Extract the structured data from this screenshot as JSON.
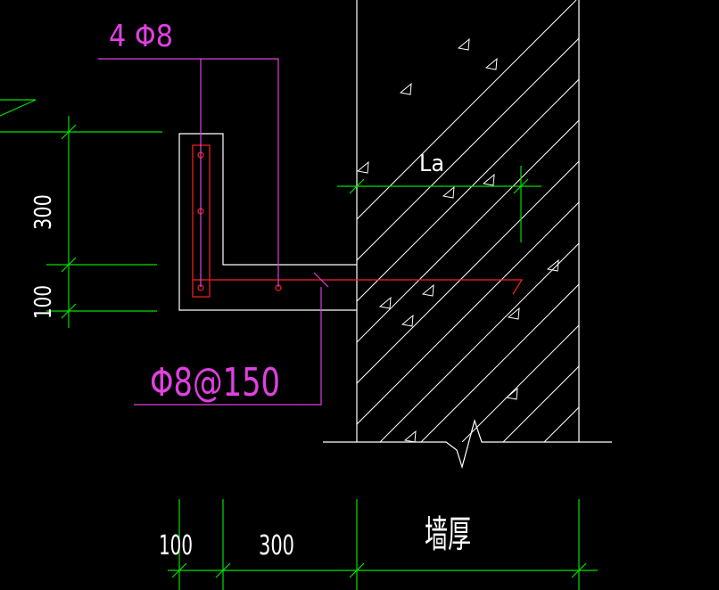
{
  "colors": {
    "background": "#000000",
    "outline": "#ffffff",
    "rebar": "#ff2020",
    "dimension": "#00e000",
    "leader": "#e040e0"
  },
  "labels": {
    "top_rebar": "4 Φ8",
    "stirrup": "Φ8@150",
    "anchorage": "La",
    "wall_thickness": "墙厚"
  },
  "dimensions": {
    "left_upper": "300",
    "left_lower": "100",
    "bottom_left": "100",
    "bottom_mid": "300"
  }
}
